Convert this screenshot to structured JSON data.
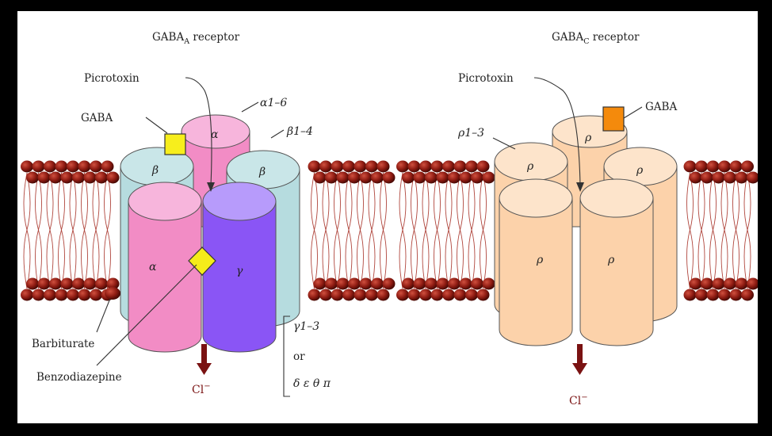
{
  "colors": {
    "alpha": "#f28cc5",
    "alpha_light": "#f7b5dc",
    "beta": "#b6dcdf",
    "gamma": "#8a55f5",
    "gamma_light": "#b79bfb",
    "rho": "#fcd2aa",
    "rho_light": "#fde4cb",
    "gaba_a_ligand": "#f7ee1c",
    "gaba_c_ligand": "#f48a0c",
    "benzodiazepine": "#f5ec1a",
    "lipid_head": "#8e1b12",
    "lipid_tail": "#b0463d",
    "chloride": "#7a1212"
  },
  "gaba_a": {
    "title_main": "GABA",
    "title_sub": "A",
    "title_rest": " receptor",
    "picrotoxin": "Picrotoxin",
    "gaba": "GABA",
    "alpha_range": "α1–6",
    "beta_range": "β1–4",
    "alpha": "α",
    "beta": "β",
    "gamma": "γ",
    "barbiturate": "Barbiturate",
    "benzodiazepine": "Benzodiazepine",
    "gamma_range": "γ1–3",
    "or": "or",
    "alt_subunits": "δ ε θ π",
    "ion": "Cl",
    "ion_charge": "−"
  },
  "gaba_c": {
    "title_main": "GABA",
    "title_sub": "C",
    "title_rest": " receptor",
    "picrotoxin": "Picrotoxin",
    "gaba": "GABA",
    "rho_range": "ρ1–3",
    "rho": "ρ",
    "ion": "Cl",
    "ion_charge": "−"
  }
}
